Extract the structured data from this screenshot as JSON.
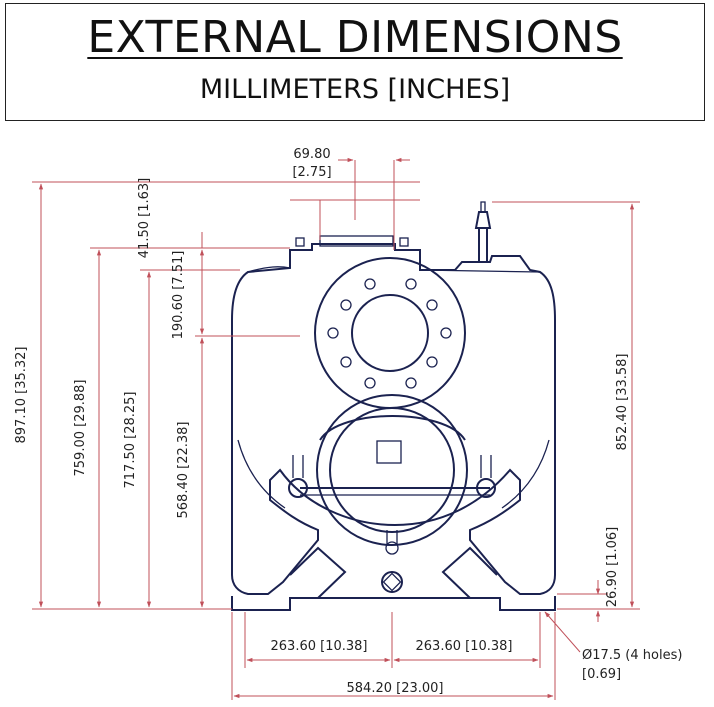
{
  "header": {
    "title": "EXTERNAL DIMENSIONS",
    "subtitle": "MILLIMETERS [INCHES]"
  },
  "dimensions": {
    "overall_height": "897.10 [35.32]",
    "height_759": "759.00 [29.88]",
    "height_717": "717.50 [28.25]",
    "height_568": "568.40 [22.38]",
    "height_190": "190.60 [7.51]",
    "height_41": "41.50 [1.63]",
    "discharge_width_mm": "69.80",
    "discharge_width_in": "[2.75]",
    "right_height": "852.40 [33.58]",
    "foot_height": "26.90 [1.06]",
    "half_width_left": "263.60  [10.38]",
    "half_width_right": "263.60  [10.38]",
    "overall_width": "584.20  [23.00]",
    "hole_dia": "Ø17.5 (4 holes)",
    "hole_dia_in": "[0.69]"
  },
  "colors": {
    "dimension_line": "#c0505a",
    "pump_outline": "#1b2250"
  }
}
